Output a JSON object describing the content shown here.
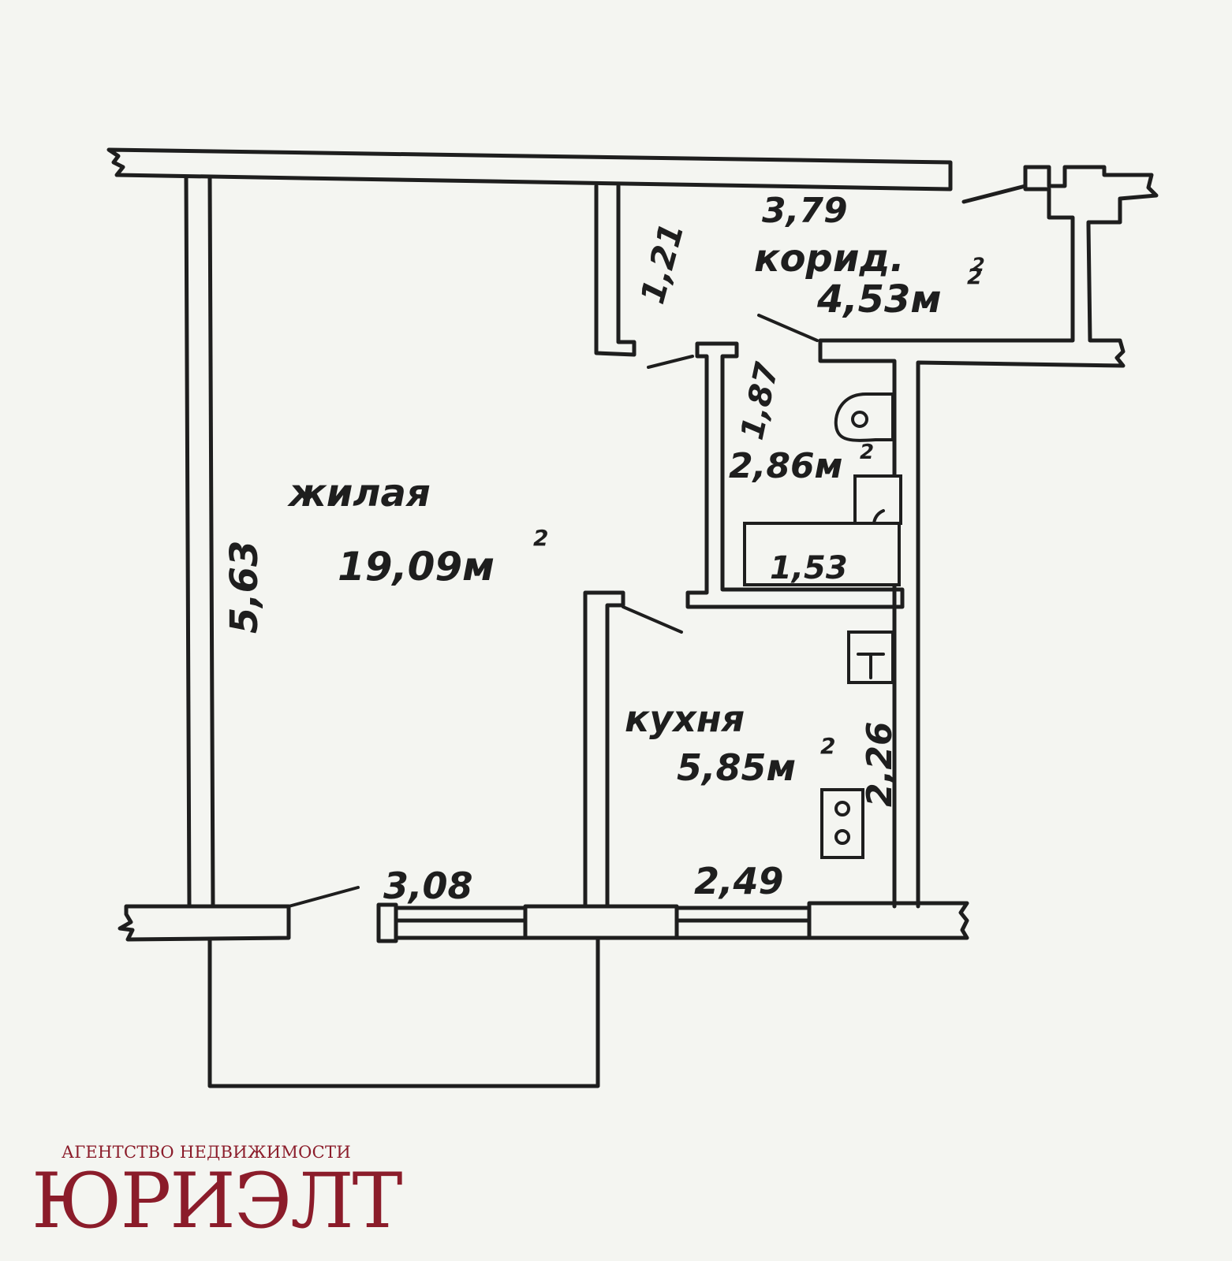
{
  "plan": {
    "rooms": {
      "living": {
        "name": "жилая",
        "area": "19,09м",
        "unit_sup": "2"
      },
      "corridor": {
        "name": "корид.",
        "area": "4,53м",
        "unit_sup": "2",
        "name_sup": "2"
      },
      "bathroom": {
        "area": "2,86м",
        "unit_sup": "2"
      },
      "kitchen": {
        "name": "кухня",
        "area": "5,85м",
        "unit_sup": "2"
      }
    },
    "dimensions": {
      "living_height": "5,63",
      "living_width": "3,08",
      "corridor_width": "3,79",
      "corridor_depth": "1,21",
      "bathroom_height": "1,87",
      "bath_length": "1,53",
      "kitchen_height": "2,26",
      "kitchen_width": "2,49"
    },
    "ink_color": "#1e1e1e",
    "background_color": "#f4f5f1"
  },
  "agency": {
    "tagline": "АГЕНТСТВО НЕДВИЖИМОСТИ",
    "name": "ЮРИЭЛТ",
    "color": "#8b1c2a"
  }
}
